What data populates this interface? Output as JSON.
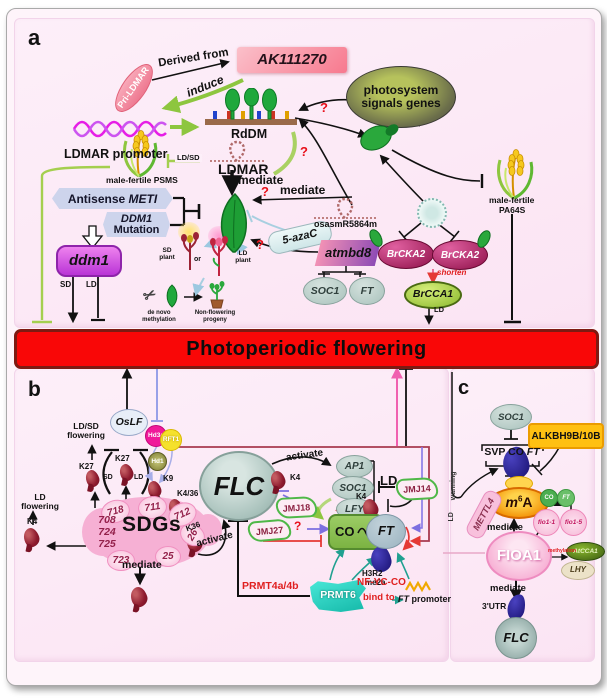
{
  "colors": {
    "banner_red": "#f90707",
    "banner_border": "#7e1a12",
    "panel_pink": "#fdeff9",
    "green_arrow": "#8dc63f",
    "teal_arrow": "#20a090",
    "maroon_line": "#a83a50",
    "purple_line": "#7d6fe0",
    "histone_red": "#7e1428",
    "flc_gray_green": "#a9c2bc",
    "alkbh_yellow": "#ffc012",
    "m6a_orange": "#f28a00",
    "fioa1_pink": "#f6a8d0"
  },
  "banner": {
    "text": "Photoperiodic flowering"
  },
  "a": {
    "label": "a",
    "derived_from": "Derived from",
    "ak111270": "AK111270",
    "induce": "induce",
    "pri_ldmar": "Pri-LDMAR",
    "ldmar_promoter": "LDMAR promoter",
    "rddm": "RdDM",
    "ldmar": "LDMAR",
    "ld_sd": "LD/SD",
    "male_fertile_psms": "male-fertile PSMS",
    "mediate1": "mediate",
    "mediate2": "mediate",
    "q1": "?",
    "q2": "?",
    "q3": "?",
    "q4": "?",
    "photosystem1": "photosystem",
    "photosystem2": "signals genes",
    "pa64s1": "male-fertile",
    "pa64s2": "PA64S",
    "antisense": "Antisense",
    "meti": "METI",
    "ddm1_1": "DDM1",
    "ddm1_2": "Mutation",
    "ddm1": "ddm1",
    "sd": "SD",
    "ld": "LD",
    "sd_plant": "SD plant",
    "or_label": "or",
    "ld_plant": "LD plant",
    "de_novo": "de novo methylation",
    "non_flowering": "Non-flowering progeny",
    "azac": "5-azaC",
    "osasmr": "osasmR5864m",
    "atmbd8": "atmbd8",
    "soc1": "SOC1",
    "ft": "FT",
    "brcka2_l": "BrCKA2",
    "brcka2_r": "BrCKA2",
    "shorten": "shorten",
    "brcca1": "BrCCA1",
    "ld2": "LD"
  },
  "b": {
    "label": "b",
    "oslf": "OsLF",
    "ldsd1": "LD/SD",
    "ldsd2": "flowering",
    "k27a": "K27",
    "k27b": "K27",
    "sd": "SD",
    "ld": "LD",
    "hd3a": "Hd3a",
    "rft1": "RFT1",
    "hd1": "Hd1",
    "k9": "K9",
    "k436": "K4/36",
    "k36": "K36",
    "k4": "K4",
    "ldf1": "LD",
    "ldf2": "flowering",
    "sdgs": "SDGs",
    "n718": "718",
    "n711": "711",
    "n712": "712",
    "n708": "708",
    "n724": "724",
    "n725": "725",
    "n723": "723",
    "n25": "25",
    "n26": "26",
    "mediate": "mediate",
    "activate1": "activate",
    "activate2": "activate",
    "flc": "FLC",
    "k4r": "K4",
    "jmj18": "JMJ18",
    "jmj27": "JMJ27",
    "jmj14": "JMJ14",
    "q": "?",
    "ap1": "AP1",
    "soc1": "SOC1",
    "lfy": "LFY",
    "ld_label": "LD",
    "co": "CO",
    "ft": "FT",
    "k4co": "K4",
    "h3r2": "H3R2",
    "me2a": "me2a",
    "prmt4": "PRMT4a/4b",
    "prmt6": "PRMT6",
    "nfycco": "NF-YC-CO",
    "bind_to": "bind to",
    "ft_it": "FT",
    "promoter": " promoter"
  },
  "c": {
    "label": "c",
    "soc1": "SOC1",
    "svp_co": "SVP CO ",
    "ft_it": "FT",
    "alkbh": "ALKBH9B/10B",
    "m_pre": "m",
    "m_sup": "6",
    "m_post": "A",
    "mettl4": "METTL4",
    "warming": "warming",
    "ld": "LD",
    "co": "CO",
    "ft": "FT",
    "fio1": "fio1-1",
    "fio5": "fio1-5",
    "mediate1": "mediate",
    "mediate2": "mediate",
    "fioa1": "FIOA1",
    "methylation": "methylation",
    "atcca1": "AtCCA1",
    "lhy": "LHY",
    "utr": "3'UTR",
    "flc": "FLC"
  }
}
